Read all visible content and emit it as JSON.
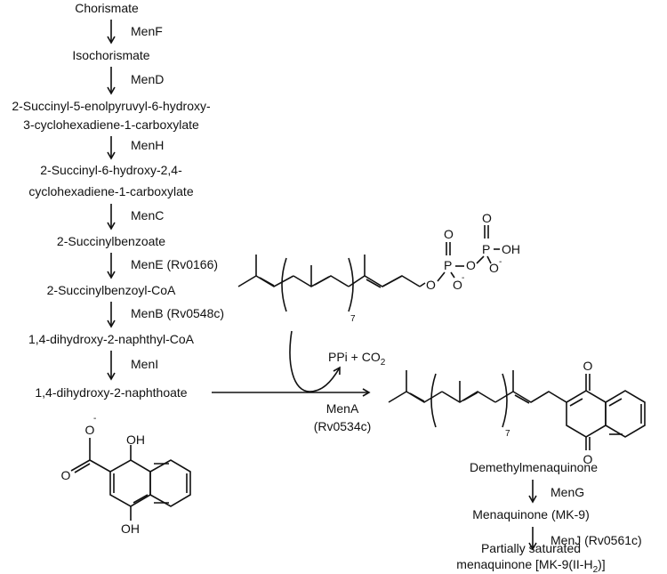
{
  "pathway": {
    "compounds": [
      "Chorismate",
      "Isochorismate",
      "2-Succinyl-5-enolpyruvyl-6-hydroxy-",
      "3-cyclohexadiene-1-carboxylate",
      "2-Succinyl-6-hydroxy-2,4-",
      "cyclohexadiene-1-carboxylate",
      "2-Succinylbenzoate",
      "2-Succinylbenzoyl-CoA",
      "1,4-dihydroxy-2-naphthyl-CoA",
      "1,4-dihydroxy-2-naphthoate"
    ],
    "enzymes": [
      "MenF",
      "MenD",
      "MenH",
      "MenC",
      "MenE (Rv0166)",
      "MenB (Rv0548c)",
      "MenI"
    ]
  },
  "mena": {
    "enzyme_line1": "MenA",
    "enzyme_line2": "(Rv0534c)",
    "byproduct": "PPi + CO",
    "byproduct_sub": "2"
  },
  "right_branch": {
    "product": "Demethylmenaquinone",
    "step1_enzyme": "MenG",
    "menaquinone": "Menaquinone (MK-9)",
    "step2_enzyme": "MenJ (Rv0561c)",
    "final_line1": "Partially saturated",
    "final_line2_pre": "menaquinone [MK-9(II-H",
    "final_line2_sub": "2",
    "final_line2_post": ")]"
  },
  "structure_labels": {
    "repeat_n": "7",
    "oh": "OH",
    "o": "O",
    "p": "P",
    "minus": "-"
  }
}
